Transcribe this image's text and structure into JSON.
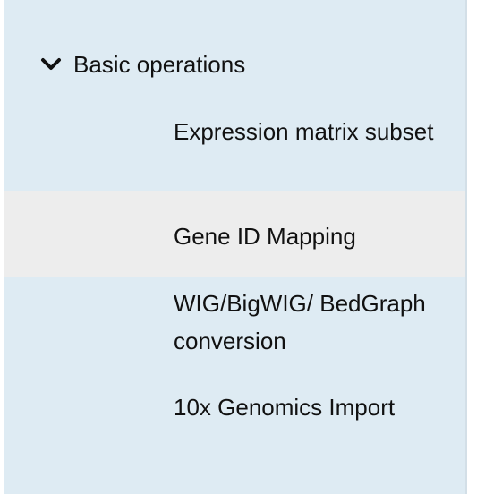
{
  "sidebar": {
    "section": {
      "label": "Basic operations",
      "expanded": true,
      "icon": "chevron-down-icon"
    },
    "items": [
      {
        "label": "Expression matrix subset",
        "selected": false
      },
      {
        "label": "Gene ID Mapping",
        "selected": true
      },
      {
        "label": "WIG/BigWIG/ BedGraph conversion",
        "selected": false
      },
      {
        "label": "10x Genomics Import",
        "selected": false
      }
    ]
  },
  "colors": {
    "sidebar_background": "#deebf3",
    "selected_item_background": "#ededed",
    "divider": "#d3dfe7",
    "text": "#111111"
  }
}
